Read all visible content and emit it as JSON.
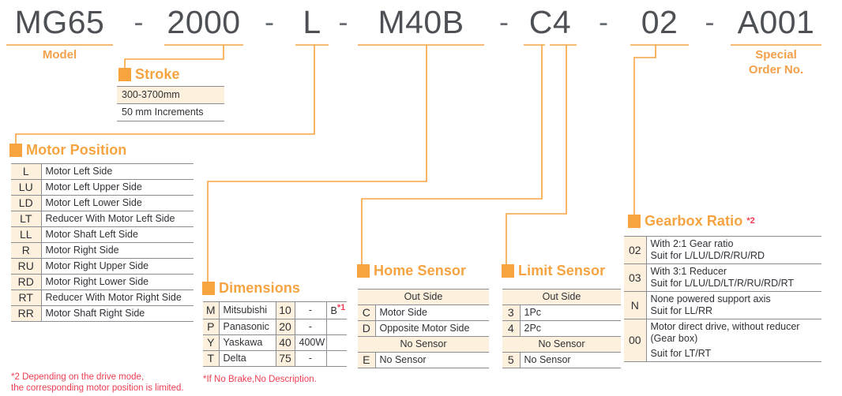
{
  "colors": {
    "accent_orange": "#f6a340",
    "caption_orange": "#f4a04a",
    "code_text": "#4d5156",
    "cell_beige": "#fdf1dd",
    "footnote_red": "#ef3e52",
    "rule_gray": "#8a8d91"
  },
  "part_number": {
    "segments": [
      {
        "code": "MG65",
        "caption": "Model"
      },
      {
        "code": "2000",
        "caption": "Stroke"
      },
      {
        "code": "L",
        "caption": "Motor Position"
      },
      {
        "code": "M40B",
        "caption": "Dimensions / Home Sensor"
      },
      {
        "code": "C4",
        "caption": "Home Sensor / Limit Sensor"
      },
      {
        "code": "02",
        "caption": "Gearbox Ratio"
      },
      {
        "code": "A001",
        "caption": "Special Order No."
      }
    ],
    "separator": "-",
    "full": "MG65 - 2000 - L - M40B - C4 - 02 - A001"
  },
  "labels": {
    "model": "Model",
    "special_order_line1": "Special",
    "special_order_line2": "Order No."
  },
  "sections": {
    "stroke": {
      "title": "Stroke",
      "rows": [
        {
          "text": "300-3700mm",
          "highlight": true
        },
        {
          "text": "50 mm Increments",
          "highlight": false
        }
      ]
    },
    "motor_position": {
      "title": "Motor Position",
      "rows": [
        {
          "code": "L",
          "desc": "Motor Left Side"
        },
        {
          "code": "LU",
          "desc": "Motor Left Upper Side"
        },
        {
          "code": "LD",
          "desc": "Motor Left Lower Side"
        },
        {
          "code": "LT",
          "desc": "Reducer With Motor Left Side"
        },
        {
          "code": "LL",
          "desc": "Motor Shaft Left Side"
        },
        {
          "code": "R",
          "desc": "Motor Right Side"
        },
        {
          "code": "RU",
          "desc": "Motor Right Upper Side"
        },
        {
          "code": "RD",
          "desc": "Motor Right Lower Side"
        },
        {
          "code": "RT",
          "desc": "Reducer With Motor Right Side"
        },
        {
          "code": "RR",
          "desc": "Motor Shaft Right Side"
        }
      ],
      "footnote": "*2 Depending on the drive mode,\nthe corresponding motor position is limited."
    },
    "dimensions": {
      "title": "Dimensions",
      "rows": [
        {
          "code": "M",
          "brand": "Mitsubishi",
          "size": "10",
          "power": "-",
          "brake": "B",
          "brake_sup": "*1"
        },
        {
          "code": "P",
          "brand": "Panasonic",
          "size": "20",
          "power": "-",
          "brake": "",
          "brake_sup": ""
        },
        {
          "code": "Y",
          "brand": "Yaskawa",
          "size": "40",
          "power": "400W",
          "brake": "",
          "brake_sup": ""
        },
        {
          "code": "T",
          "brand": "Delta",
          "size": "75",
          "power": "-",
          "brake": "",
          "brake_sup": ""
        }
      ],
      "footnote": "*If No Brake,No Description."
    },
    "home_sensor": {
      "title": "Home Sensor",
      "group1_label": "Out Side",
      "group1_rows": [
        {
          "code": "C",
          "desc": "Motor Side"
        },
        {
          "code": "D",
          "desc": "Opposite Motor Side"
        }
      ],
      "group2_label": "No Sensor",
      "group2_rows": [
        {
          "code": "E",
          "desc": "No Sensor"
        }
      ]
    },
    "limit_sensor": {
      "title": "Limit Sensor",
      "group1_label": "Out Side",
      "group1_rows": [
        {
          "code": "3",
          "desc": "1Pc"
        },
        {
          "code": "4",
          "desc": "2Pc"
        }
      ],
      "group2_label": "No Sensor",
      "group2_rows": [
        {
          "code": "5",
          "desc": "No Sensor"
        }
      ]
    },
    "gearbox_ratio": {
      "title": "Gearbox Ratio",
      "title_sup": "*2",
      "rows": [
        {
          "code": "02",
          "line1": "With 2:1 Gear ratio",
          "line2": "Suit for L/LU/LD/R/RU/RD",
          "line3": ""
        },
        {
          "code": "03",
          "line1": "With 3:1 Reducer",
          "line2": "Suit for L/LU/LD/LT/R/RU/RD/RT",
          "line3": ""
        },
        {
          "code": "N",
          "line1": "None powered support axis",
          "line2": "Suit for LL/RR",
          "line3": ""
        },
        {
          "code": "00",
          "line1": "Motor direct drive, without reducer",
          "line2": "(Gear box)",
          "line3": "Suit for LT/RT"
        }
      ]
    }
  }
}
